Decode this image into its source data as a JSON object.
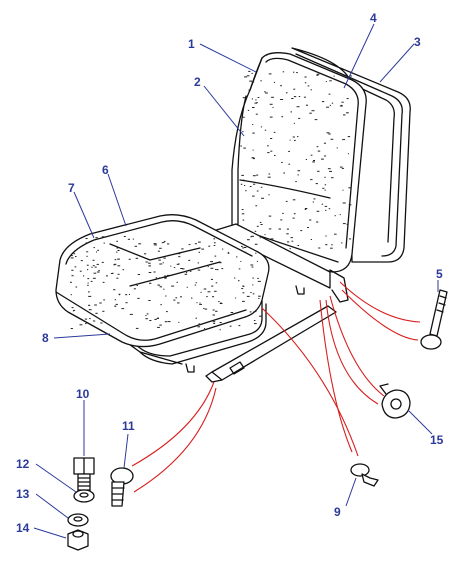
{
  "diagram": {
    "callouts": [
      {
        "id": "c1",
        "label": "1"
      },
      {
        "id": "c2",
        "label": "2"
      },
      {
        "id": "c3",
        "label": "3"
      },
      {
        "id": "c4",
        "label": "4"
      },
      {
        "id": "c5",
        "label": "5"
      },
      {
        "id": "c6",
        "label": "6"
      },
      {
        "id": "c7",
        "label": "7"
      },
      {
        "id": "c8",
        "label": "8"
      },
      {
        "id": "c9",
        "label": "9"
      },
      {
        "id": "c10",
        "label": "10"
      },
      {
        "id": "c11",
        "label": "11"
      },
      {
        "id": "c12",
        "label": "12"
      },
      {
        "id": "c13",
        "label": "13"
      },
      {
        "id": "c14",
        "label": "14"
      },
      {
        "id": "c15",
        "label": "15"
      }
    ],
    "colors": {
      "callout_text": "#2b3a9a",
      "leader_line": "#2b3a9a",
      "highlight_line": "#d81e1e",
      "ink": "#111111"
    }
  }
}
